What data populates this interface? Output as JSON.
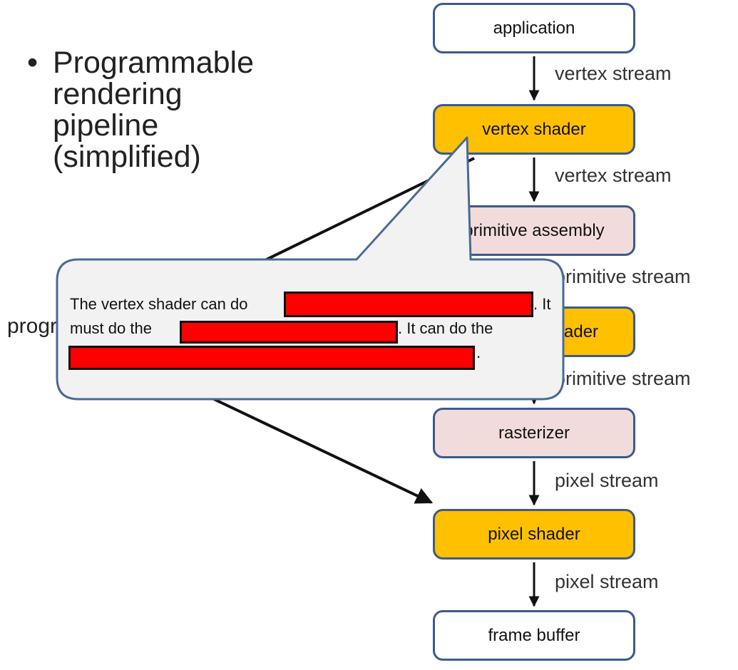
{
  "bullet": {
    "marker": "•",
    "lines": [
      "Programmable",
      "rendering",
      "pipeline",
      "(simplified)"
    ]
  },
  "side_label": "programmable",
  "pipeline": {
    "stages": [
      {
        "label": "application",
        "color": "#ffffff"
      },
      {
        "label": "vertex shader",
        "color": "#ffc000"
      },
      {
        "label": "primitive assembly",
        "color": "#f2dcdb"
      },
      {
        "label": "geometry shader",
        "color": "#ffc000"
      },
      {
        "label": "rasterizer",
        "color": "#f2dcdb"
      },
      {
        "label": "pixel shader",
        "color": "#ffc000"
      },
      {
        "label": "frame buffer",
        "color": "#ffffff"
      }
    ],
    "streams": [
      "vertex stream",
      "vertex stream",
      "primitive stream",
      "primitive stream",
      "pixel stream",
      "pixel stream"
    ]
  },
  "callout": {
    "line1_a": "The vertex shader can do",
    "line1_b": ". It",
    "line2_a": "must do the",
    "line2_b": ". It can do the",
    "line3_b": ".",
    "redactions": 3
  },
  "colors": {
    "stage_border": "#3c5a8c",
    "shader": "#ffc000",
    "fixed_function": "#f2dcdb",
    "callout_fill": "#f2f2f2",
    "callout_border": "#4a6b94",
    "redaction": "#ff0000"
  }
}
